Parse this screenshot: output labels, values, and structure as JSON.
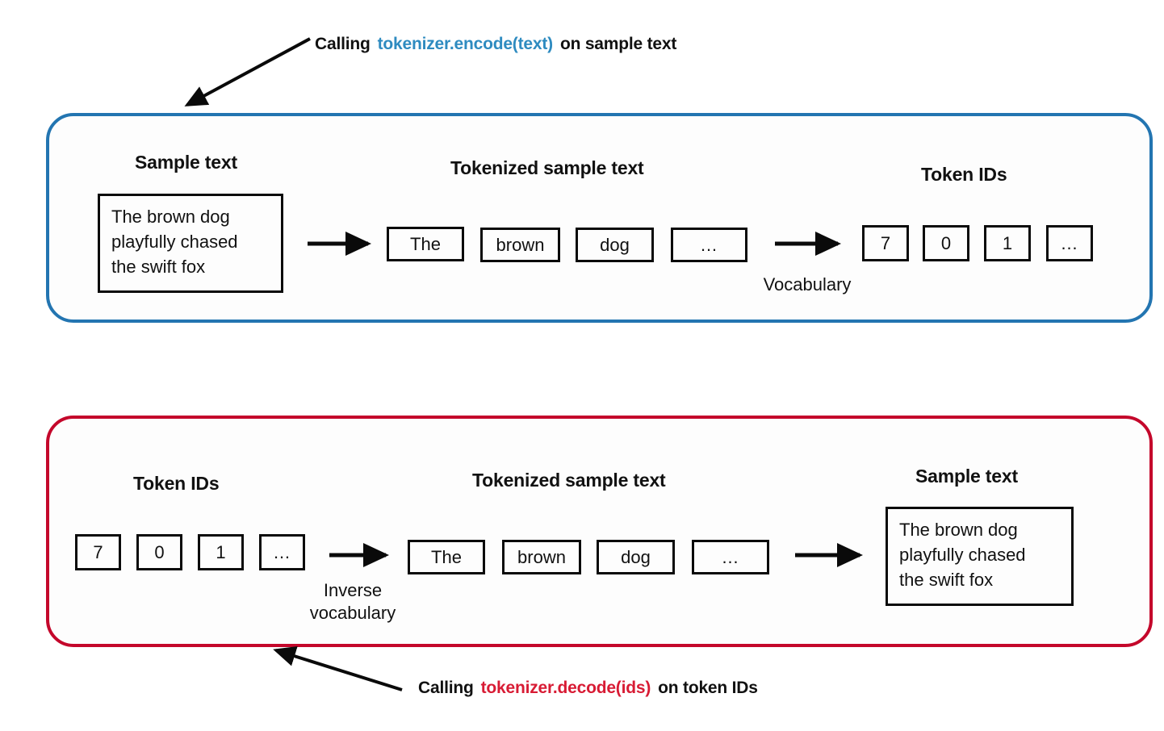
{
  "colors": {
    "encode_panel_border": "#2375b1",
    "decode_panel_border": "#c4072b",
    "encode_code_text": "#2e8bc0",
    "decode_code_text": "#d81b34",
    "box_border": "#0a0a0a",
    "text": "#111111",
    "background": "#ffffff"
  },
  "captions": {
    "encode": {
      "prefix": "Calling",
      "code": "tokenizer.encode(text)",
      "suffix": "on sample text"
    },
    "decode": {
      "prefix": "Calling",
      "code": "tokenizer.decode(ids)",
      "suffix": "on token IDs"
    }
  },
  "encode_panel": {
    "headings": {
      "sample_text": "Sample text",
      "tokenized": "Tokenized sample text",
      "token_ids": "Token IDs"
    },
    "sample_text_value": "The brown dog\nplayfully chased\nthe swift fox",
    "tokens": [
      "The",
      "brown",
      "dog",
      "…"
    ],
    "token_ids": [
      "7",
      "0",
      "1",
      "…"
    ],
    "mapping_label": "Vocabulary"
  },
  "decode_panel": {
    "headings": {
      "token_ids": "Token IDs",
      "tokenized": "Tokenized sample text",
      "sample_text": "Sample text"
    },
    "token_ids": [
      "7",
      "0",
      "1",
      "…"
    ],
    "tokens": [
      "The",
      "brown",
      "dog",
      "…"
    ],
    "mapping_label": "Inverse\nvocabulary",
    "sample_text_value": "The brown dog\nplayfully chased\nthe swift fox"
  }
}
